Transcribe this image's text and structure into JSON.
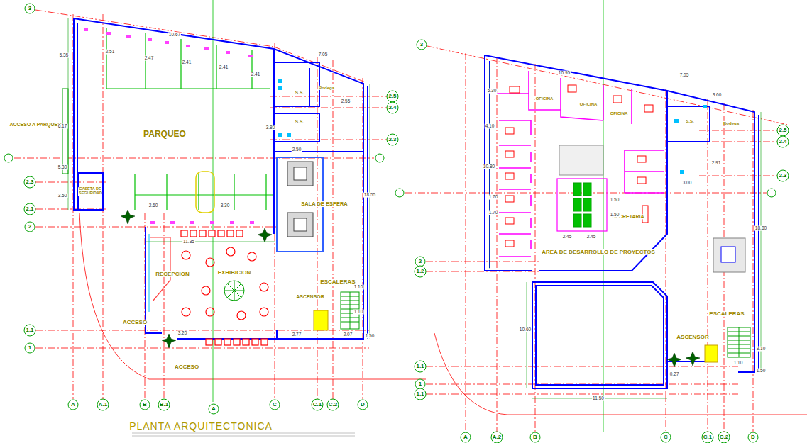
{
  "diagram": {
    "title": "PLANTA ARQUITECTONICA",
    "labels": [
      "3",
      "2.3",
      "2.1",
      "2",
      "1.1",
      "1",
      "2.5",
      "2.4",
      "2.3",
      "A",
      "A.1",
      "B",
      "B.1",
      "C",
      "C.1",
      "C.2",
      "D",
      "A",
      "3",
      "2.5",
      "2.4",
      "2.3",
      "2",
      "1.2",
      "1.1",
      "1",
      "1.1",
      "A",
      "A.2",
      "B",
      "C",
      "C.1",
      "C.2",
      "D",
      "PARQUEO",
      "ACCESO A PARQUEO",
      "CASETA DE SEGURIDAD",
      "SALA DE ESPERA",
      "RECEPCION",
      "EXHIBICION",
      "ACCESO",
      "ACCESO",
      "ASCENSOR",
      "ESCALERAS",
      "S.S.",
      "S.S.",
      "Bodega",
      "AREA DE DESARROLLO DE PROYECTOS",
      "SECRETARIA",
      "ASCENSOR",
      "ESCALERAS",
      "S.S.",
      "Bodega",
      "OFICINA",
      "OFICINA",
      "OFICINA",
      "10.67",
      "7.05",
      "2.51",
      "2.47",
      "2.41",
      "2.41",
      "2.41",
      "5.35",
      "6.17",
      "5.30",
      "3.50",
      "11.35",
      "18.55",
      "1.50",
      "2.55",
      "2.50",
      "3.80",
      "2.60",
      "3.30",
      "3.20",
      "2.77",
      "1.10",
      "1.10",
      "2.07",
      "10.95",
      "7.05",
      "3.60",
      "18.80",
      "11.50",
      "10.60",
      "10.80",
      "5.30",
      "4.10",
      "1.70",
      "1.70",
      "2.45",
      "2.45",
      "1.50",
      "1.50",
      "3.10",
      "1.50",
      "0.27",
      "3.00",
      "2.91",
      "1.10"
    ]
  }
}
